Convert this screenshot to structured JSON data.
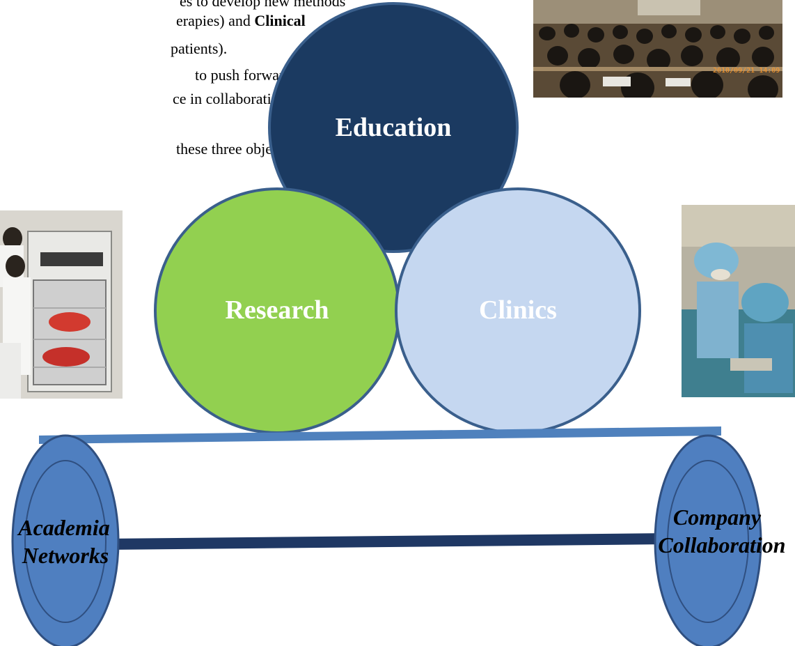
{
  "intro": {
    "line1": "es to develop new methods",
    "line2_a": "erapies) and ",
    "line2_b": "Clinical",
    "line3": "patients).",
    "line4": "to push forward medical",
    "line5": "ce in collaboration with the",
    "line6": "these three objectives as"
  },
  "circles": {
    "education": "Education",
    "research": "Research",
    "clinics": "Clinics"
  },
  "ovals": {
    "left_line1": "Academia",
    "left_line2": "Networks",
    "right_line1": "Company",
    "right_line2": "Collaboration"
  },
  "photos": {
    "lecture_timestamp": "2010/09/21 14:09"
  },
  "colors": {
    "education": "#1b3a61",
    "research": "#92d050",
    "clinics": "#c5d7f0",
    "outline": "#3a5f8c",
    "beam": "#4f81bd",
    "bar": "#1f3864",
    "oval": "#4f7fc0"
  }
}
